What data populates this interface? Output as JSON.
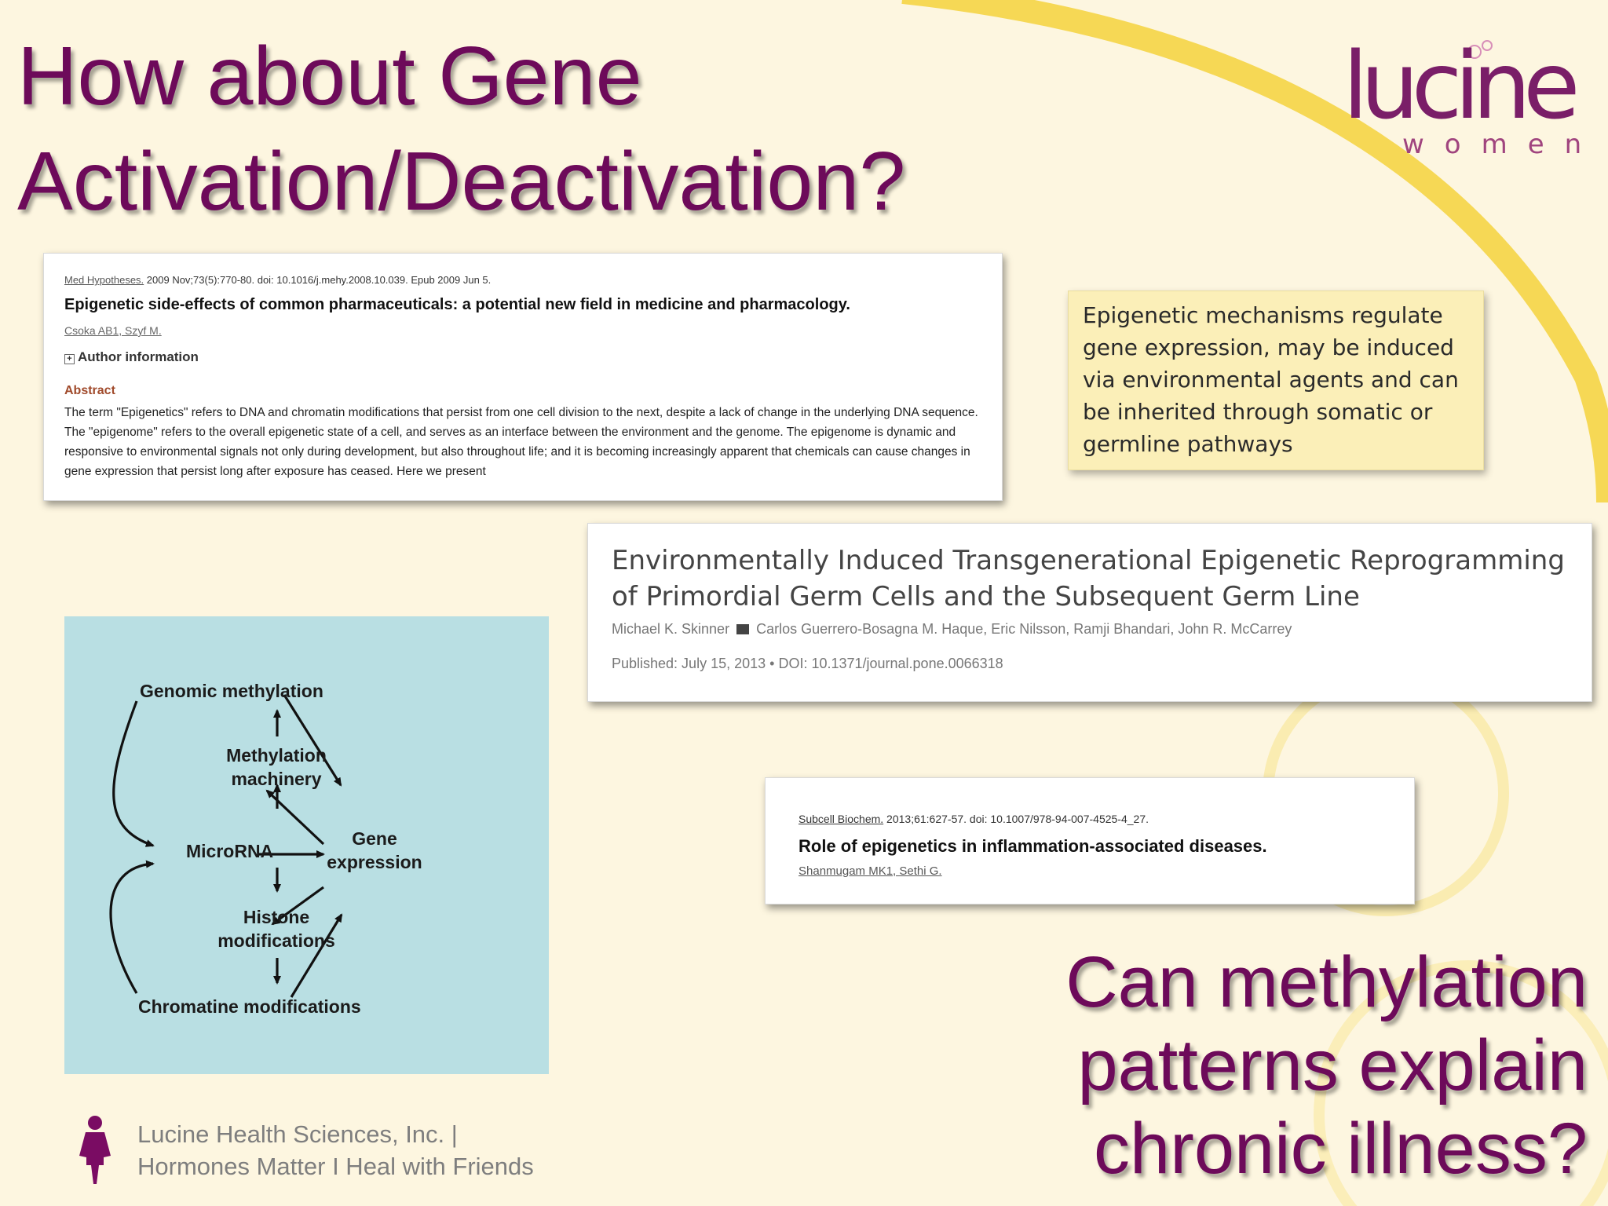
{
  "title": {
    "line1": "How about Gene",
    "line2": "Activation/Deactivation?"
  },
  "logo": {
    "word": "lucine",
    "sub": "women"
  },
  "article1": {
    "citation_journal": "Med Hypotheses.",
    "citation_rest": " 2009 Nov;73(5):770-80. doi: 10.1016/j.mehy.2008.10.039. Epub 2009 Jun 5.",
    "title": "Epigenetic side-effects of common pharmaceuticals: a potential new field in medicine and pharmacology.",
    "authors": "Csoka AB1, Szyf M.",
    "author_info": "Author information",
    "abstract_label": "Abstract",
    "abstract": "The term \"Epigenetics\" refers to DNA and chromatin modifications that persist from one cell division to the next, despite a lack of change in the underlying DNA sequence. The \"epigenome\" refers to the overall epigenetic state of a cell, and serves as an interface between the environment and the genome. The epigenome is dynamic and responsive to environmental signals not only during development, but also throughout life; and it is becoming increasingly apparent that chemicals can cause changes in gene expression that persist long after exposure has ceased. Here we present"
  },
  "note": {
    "text": "Epigenetic mechanisms regulate gene expression, may be induced via environmental agents and can be inherited through somatic or germline pathways"
  },
  "article2": {
    "title": "Environmentally Induced Transgenerational Epigenetic Reprogramming of Primordial Germ Cells and the Subsequent Germ Line",
    "author_first": "Michael K. Skinner",
    "authors_rest": "Carlos Guerrero-Bosagna M. Haque, Eric Nilsson, Ramji Bhandari, John R. McCarrey",
    "published": "Published: July 15, 2013  •  DOI: 10.1371/journal.pone.0066318"
  },
  "article3": {
    "citation_journal": "Subcell Biochem.",
    "citation_rest": " 2013;61:627-57. doi: 10.1007/978-94-007-4525-4_27.",
    "title": "Role of epigenetics in inflammation-associated diseases.",
    "authors": "Shanmugam MK1, Sethi G."
  },
  "diagram": {
    "genomic": "Genomic methylation",
    "machinery": "Methylation machinery",
    "microrna": "MicroRNA",
    "gene": "Gene expression",
    "histone": "Histone modifications",
    "chromatine": "Chromatine modifications"
  },
  "question": {
    "line1": "Can methylation",
    "line2": "patterns explain",
    "line3": "chronic illness?"
  },
  "footer": {
    "line1": "Lucine Health Sciences, Inc. |",
    "line2": "Hormones Matter I Heal with Friends"
  },
  "colors": {
    "title": "#6d0a5a",
    "background": "#fdf6e0",
    "accent_arc": "#f4d23c",
    "diagram_bg": "#b9dfe3"
  }
}
